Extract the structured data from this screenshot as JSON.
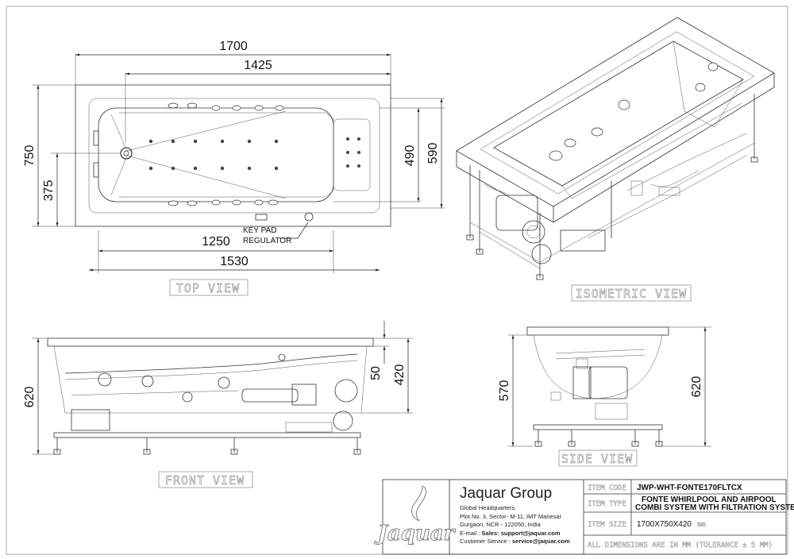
{
  "top_view": {
    "label": "TOP VIEW",
    "dims": {
      "overall_length": "1700",
      "inner_length": "1425",
      "overall_width": "750",
      "half_width": "375",
      "inner_width": "490",
      "rim_width": "590",
      "skirt_length": "1250",
      "frame_length": "1530"
    },
    "callout": [
      "KEY PAD",
      "REGULATOR"
    ]
  },
  "isometric_view": {
    "label": "ISOMETRIC VIEW"
  },
  "front_view": {
    "label": "FRONT VIEW",
    "dims": {
      "height": "620",
      "rim": "50",
      "depth": "420"
    }
  },
  "side_view": {
    "label": "SIDE VIEW",
    "dims": {
      "inner_height": "570",
      "height": "620"
    }
  },
  "title_block": {
    "company": "Jaquar Group",
    "hq": "Global Headquarters",
    "address_1": "Plot No. 3, Sector- M-11, IMT Manesar",
    "address_2": "Gurgaon, NCR - 122050, India",
    "email_label": "E-mail : ",
    "email_prefix": "Sales: ",
    "email_value": "support@jaquar.com",
    "service_label": "Customer Service : ",
    "service_value": "service@jaquar.com",
    "logo_text": "Jaquar",
    "item_code_label": "ITEM CODE",
    "item_code": "JWP-WHT-FONTE170FLTCX",
    "item_type_label": "ITEM TYPE",
    "item_type_1": "FONTE  WHIRLPOOL AND AIRPOOL",
    "item_type_2": "COMBI SYSTEM WITH FILTRATION SYSTEM",
    "item_size_label": "ITEM SIZE",
    "item_size": "1700X750X420",
    "item_size_unit": "mm",
    "note": "ALL DIMENSIONS ARE IN MM (TOLERANCE ± 5 MM)"
  }
}
